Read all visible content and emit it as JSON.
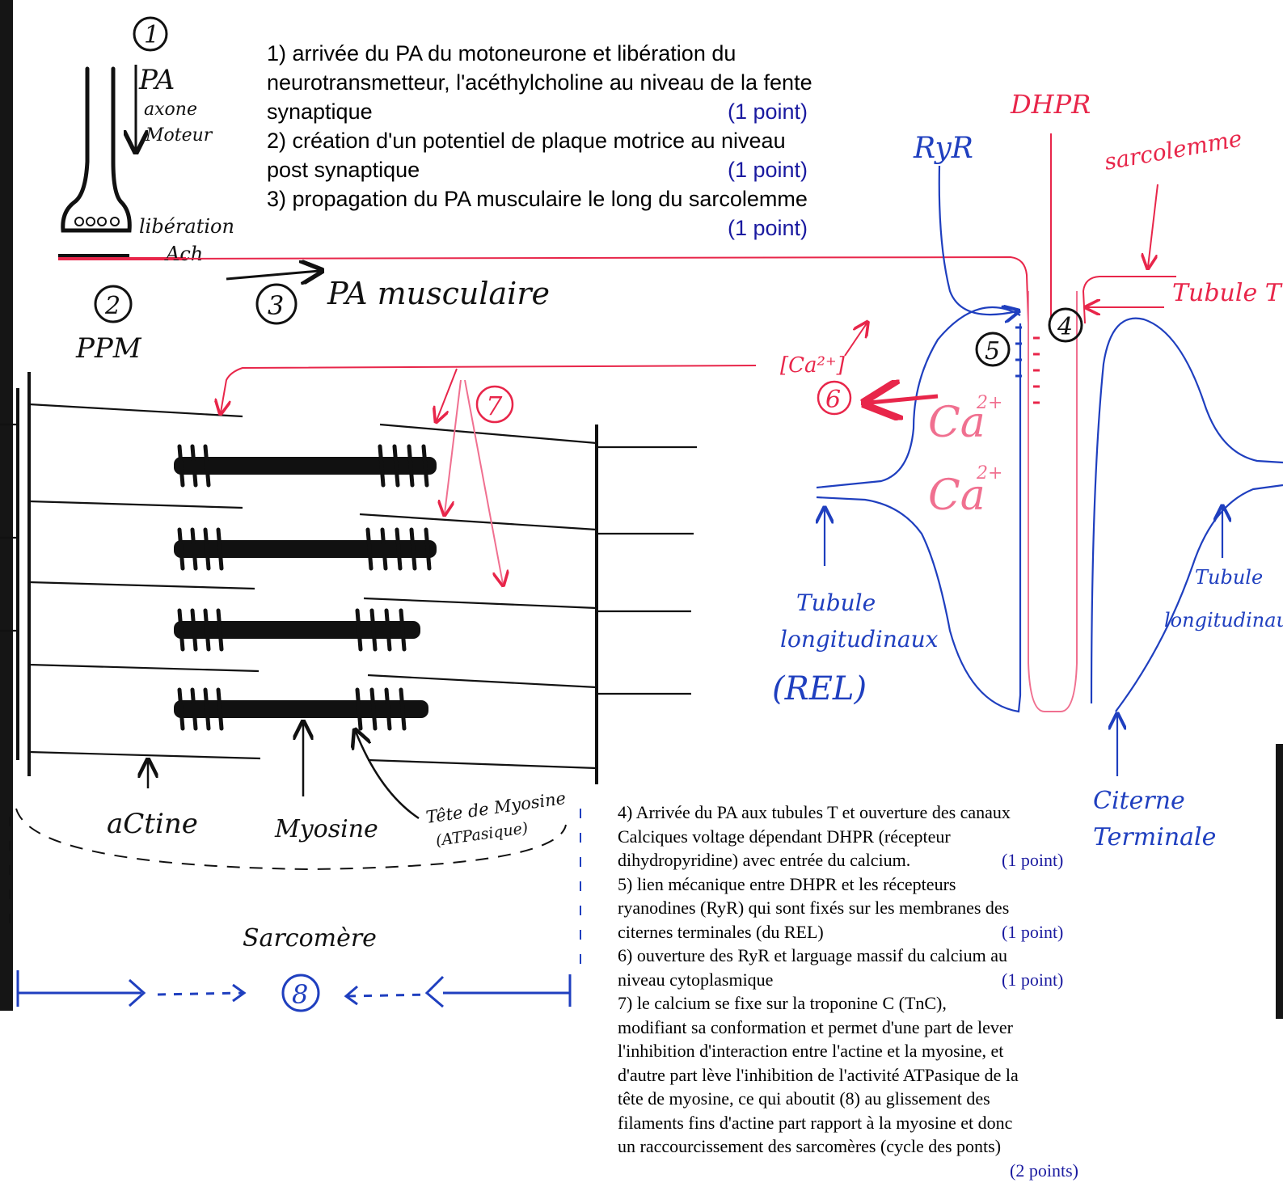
{
  "top_answers": {
    "l1": "1) arrivée du PA du motoneurone et libération du",
    "l2": "neurotransmetteur, l'acéthylcholine au niveau de la fente",
    "l3": "synaptique",
    "p1": "(1 point)",
    "l4": "2) création d'un potentiel de plaque motrice au niveau",
    "l5": "post synaptique",
    "p2": "(1 point)",
    "l6": "3) propagation du PA musculaire le long du sarcolemme",
    "p3": "(1 point)"
  },
  "bottom_answers": {
    "l1": "4) Arrivée du PA aux tubules T et ouverture des canaux",
    "l2": "Calciques voltage dépendant DHPR (récepteur",
    "l3": "dihydropyridine) avec entrée du calcium.",
    "p4": "(1 point)",
    "l4": "5) lien mécanique entre DHPR et les récepteurs",
    "l5": "ryanodines (RyR) qui sont fixés sur les membranes des",
    "l6": "citernes terminales (du REL)",
    "p5": "(1 point)",
    "l7": "6) ouverture des RyR et larguage massif du calcium au",
    "l8": "niveau cytoplasmique",
    "p6": "(1 point)",
    "l9": "7)  le calcium se fixe sur la troponine C (TnC),",
    "l10": "modifiant sa conformation et permet d'une part de lever",
    "l11": "l'inhibition d'interaction entre l'actine et la myosine, et",
    "l12": "d'autre part lève l'inhibition de l'activité ATPasique de la",
    "l13": "tête de myosine, ce qui aboutit (8) au glissement des",
    "l14": "filaments fins d'actine part rapport à la myosine et donc",
    "l15": "un raccourcissement des sarcomères (cycle des ponts)",
    "p7": "(2 points)"
  },
  "sketch_labels": {
    "n1": "1",
    "pa": "PA",
    "axone": "axone",
    "moteur": "Moteur",
    "liberation": "libération",
    "ach": "Ach",
    "n2": "2",
    "ppm": "PPM",
    "n3": "3",
    "pa_musculaire": "PA musculaire",
    "n7": "7",
    "actine": "aCtine",
    "myosine": "Myosine",
    "tete_myosine_1": "Tête de Myosine",
    "tete_myosine_2": "(ATPasique)",
    "sarcomere": "Sarcomère",
    "n8": "8",
    "ryr": "RyR",
    "dhpr": "DHPR",
    "sarcolemme": "sarcolemme",
    "tubule_t": "Tubule T",
    "n4": "4",
    "n5": "5",
    "ca_conc": "[Ca²⁺]",
    "n6": "6",
    "ca1": "Ca",
    "ca1_sup": "2+",
    "ca2": "Ca",
    "ca2_sup": "2+",
    "tubule_left_1": "Tubule",
    "tubule_left_2": "longitudinaux",
    "tubule_left_3": "(REL)",
    "tubule_right_1": "Tubule",
    "tubule_right_2": "longitudinaux",
    "citerne_1": "Citerne",
    "citerne_2": "Terminale"
  },
  "colors": {
    "ink_black": "#111111",
    "ink_red": "#e8264a",
    "ink_pink": "#f07090",
    "ink_blue": "#1f3fbf",
    "points_blue": "#1a1aa0"
  }
}
